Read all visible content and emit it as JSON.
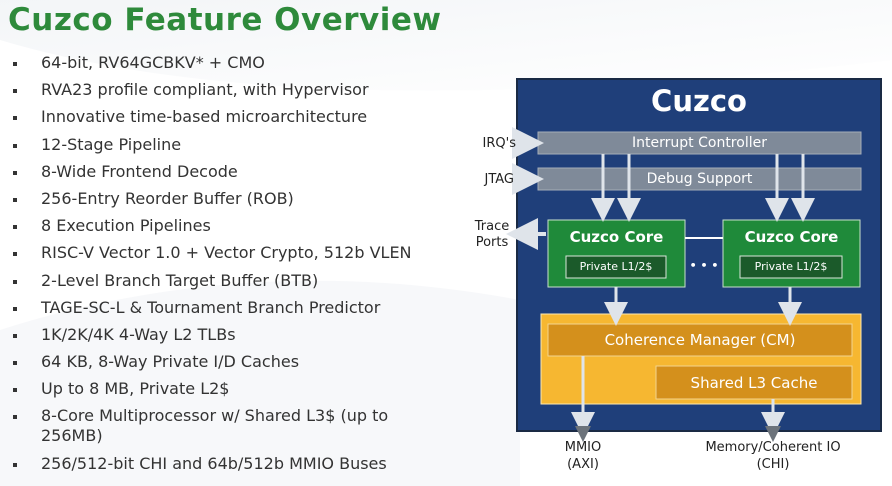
{
  "title": "Cuzco Feature Overview",
  "features": [
    "64-bit, RV64GCBKV* + CMO",
    "RVA23 profile compliant, with Hypervisor",
    "Innovative time-based microarchitecture",
    "12-Stage Pipeline",
    "8-Wide Frontend Decode",
    "256-Entry Reorder Buffer (ROB)",
    "8 Execution Pipelines",
    "RISC-V Vector 1.0 + Vector Crypto, 512b VLEN",
    "2-Level Branch Target Buffer (BTB)",
    "TAGE-SC-L & Tournament Branch Predictor",
    "1K/2K/4K 4-Way L2 TLBs",
    "64 KB, 8-Way Private I/D Caches",
    "Up to 8 MB, Private L2$",
    "8-Core Multiprocessor w/ Shared L3$ (up to 256MB)",
    "256/512-bit CHI and 64b/512b MMIO Buses"
  ],
  "diagram": {
    "chip_title": "Cuzco",
    "interrupt_controller": "Interrupt Controller",
    "debug_support": "Debug Support",
    "core_left": {
      "title": "Cuzco Core",
      "cache": "Private L1/2$"
    },
    "core_right": {
      "title": "Cuzco Core",
      "cache": "Private L1/2$"
    },
    "ellipsis": "• • •",
    "coherence_manager": "Coherence Manager (CM)",
    "shared_l3": "Shared L3 Cache",
    "irq_label": "IRQ's",
    "jtag_label": "JTAG",
    "trace_label_1": "Trace",
    "trace_label_2": "Ports",
    "mmio_label_1": "MMIO",
    "mmio_label_2": "(AXI)",
    "mem_label_1": "Memory/Coherent IO",
    "mem_label_2": "(CHI)"
  },
  "colors": {
    "title_green": "#2e8a3b",
    "chip_blue": "#1f3f7a",
    "bar_gray": "#7f8a99",
    "core_green": "#1f8a3a",
    "cm_orange": "#d4901c",
    "cm_bg": "#f6b731"
  }
}
